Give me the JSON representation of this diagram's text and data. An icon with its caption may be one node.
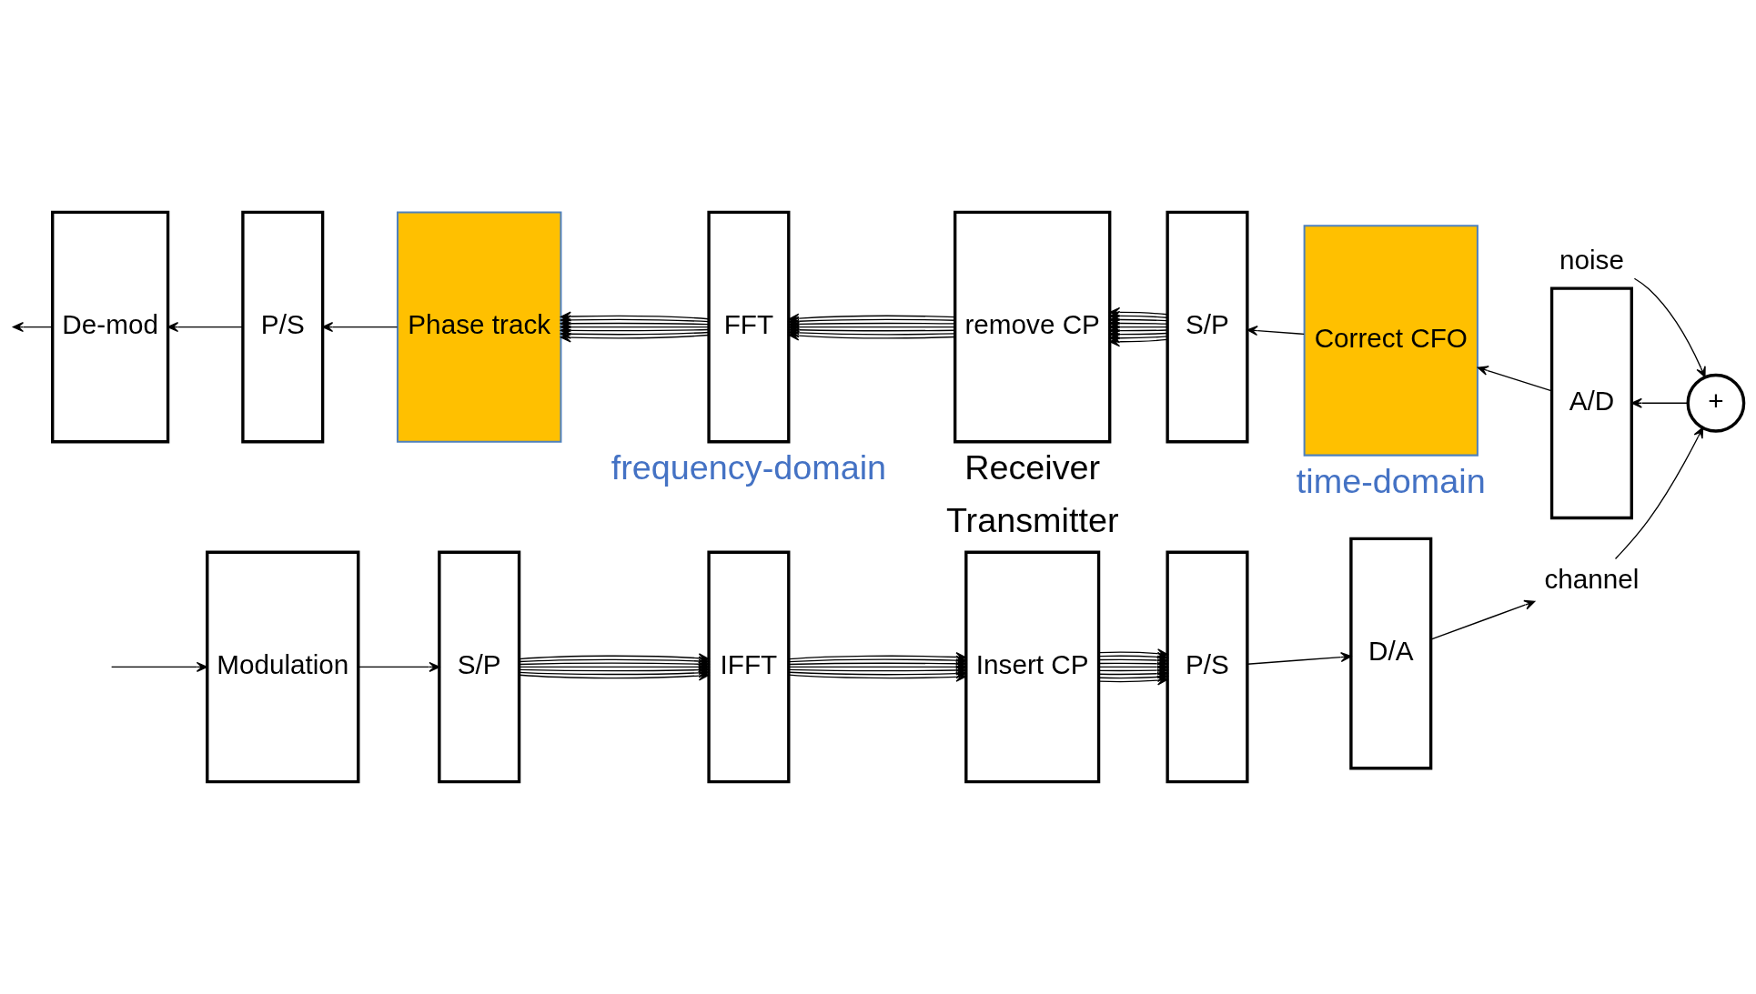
{
  "diagram": {
    "nodes": [
      {
        "text": [
          "Modulation"
        ]
      },
      {
        "text": [
          "S/P"
        ]
      },
      {
        "text": [
          "IFFT"
        ]
      },
      {
        "text": [
          "Insert CP"
        ]
      },
      {
        "text": [
          "P/S"
        ]
      },
      {
        "text": [
          "D/A"
        ]
      },
      {
        "text": [
          "channel"
        ]
      },
      {
        "text": [
          "+"
        ]
      },
      {
        "text": [
          "noise"
        ]
      },
      {
        "text": [
          "A/D"
        ]
      },
      {
        "text": [
          "Correct CFO"
        ]
      },
      {
        "text": [
          "S/P"
        ]
      },
      {
        "text": [
          "remove CP"
        ]
      },
      {
        "text": [
          "FFT"
        ]
      },
      {
        "text": [
          "Phase track"
        ]
      },
      {
        "text": [
          "P/S"
        ]
      },
      {
        "text": [
          "De-mod"
        ]
      }
    ],
    "edges": [
      {
        "from": null,
        "to": 0,
        "arrow": "to"
      },
      {
        "from": 0,
        "to": 1,
        "arrow": "to"
      },
      {
        "from": 1,
        "to": 2,
        "arrow": "to"
      },
      {
        "from": 1,
        "to": 2,
        "arrow": "to"
      },
      {
        "from": 1,
        "to": 2,
        "arrow": "to"
      },
      {
        "from": 1,
        "to": 2,
        "arrow": "to"
      },
      {
        "from": 1,
        "to": 2,
        "arrow": "to"
      },
      {
        "from": 1,
        "to": 2,
        "arrow": "to"
      },
      {
        "from": 1,
        "to": 2,
        "arrow": "to"
      },
      {
        "from": 2,
        "to": 3,
        "arrow": "to"
      },
      {
        "from": 2,
        "to": 3,
        "arrow": "to"
      },
      {
        "from": 2,
        "to": 3,
        "arrow": "to"
      },
      {
        "from": 2,
        "to": 3,
        "arrow": "to"
      },
      {
        "from": 2,
        "to": 3,
        "arrow": "to"
      },
      {
        "from": 2,
        "to": 3,
        "arrow": "to"
      },
      {
        "from": 2,
        "to": 3,
        "arrow": "to"
      },
      {
        "from": 3,
        "to": 4,
        "arrow": "to"
      },
      {
        "from": 3,
        "to": 4,
        "arrow": "to"
      },
      {
        "from": 3,
        "to": 4,
        "arrow": "to"
      },
      {
        "from": 3,
        "to": 4,
        "arrow": "to"
      },
      {
        "from": 3,
        "to": 4,
        "arrow": "to"
      },
      {
        "from": 3,
        "to": 4,
        "arrow": "to"
      },
      {
        "from": 3,
        "to": 4,
        "arrow": "to"
      },
      {
        "from": 3,
        "to": 4,
        "arrow": "to"
      },
      {
        "from": 3,
        "to": 4,
        "arrow": "to"
      },
      {
        "from": 4,
        "to": 5,
        "arrow": "to"
      },
      {
        "from": 5,
        "to": 6,
        "arrow": "to"
      },
      {
        "from": 6,
        "to": 7,
        "arrow": "to"
      },
      {
        "from": 8,
        "to": 7,
        "arrow": "to"
      },
      {
        "from": 7,
        "to": 9,
        "arrow": "to"
      },
      {
        "from": 9,
        "to": 10,
        "arrow": "to"
      },
      {
        "from": 10,
        "to": 11,
        "arrow": "to"
      },
      {
        "from": 11,
        "to": 12,
        "arrow": "to"
      },
      {
        "from": 11,
        "to": 12,
        "arrow": "to"
      },
      {
        "from": 11,
        "to": 12,
        "arrow": "to"
      },
      {
        "from": 11,
        "to": 12,
        "arrow": "to"
      },
      {
        "from": 11,
        "to": 12,
        "arrow": "to"
      },
      {
        "from": 11,
        "to": 12,
        "arrow": "to"
      },
      {
        "from": 11,
        "to": 12,
        "arrow": "to"
      },
      {
        "from": 11,
        "to": 12,
        "arrow": "to"
      },
      {
        "from": 11,
        "to": 12,
        "arrow": "to"
      },
      {
        "from": 12,
        "to": 13,
        "arrow": "to"
      },
      {
        "from": 12,
        "to": 13,
        "arrow": "to"
      },
      {
        "from": 12,
        "to": 13,
        "arrow": "to"
      },
      {
        "from": 12,
        "to": 13,
        "arrow": "to"
      },
      {
        "from": 12,
        "to": 13,
        "arrow": "to"
      },
      {
        "from": 12,
        "to": 13,
        "arrow": "to"
      },
      {
        "from": 12,
        "to": 13,
        "arrow": "to"
      },
      {
        "from": 13,
        "to": 14,
        "arrow": "to"
      },
      {
        "from": 13,
        "to": 14,
        "arrow": "to"
      },
      {
        "from": 13,
        "to": 14,
        "arrow": "to"
      },
      {
        "from": 13,
        "to": 14,
        "arrow": "to"
      },
      {
        "from": 13,
        "to": 14,
        "arrow": "to"
      },
      {
        "from": 13,
        "to": 14,
        "arrow": "to"
      },
      {
        "from": 13,
        "to": 14,
        "arrow": "to"
      },
      {
        "from": 14,
        "to": 15,
        "arrow": "to"
      },
      {
        "from": 15,
        "to": 16,
        "arrow": "to"
      },
      {
        "from": 16,
        "to": null,
        "arrow": "to"
      }
    ],
    "labels": [
      "Transmitter",
      "frequency-domain",
      "Receiver",
      "time-domain"
    ]
  }
}
